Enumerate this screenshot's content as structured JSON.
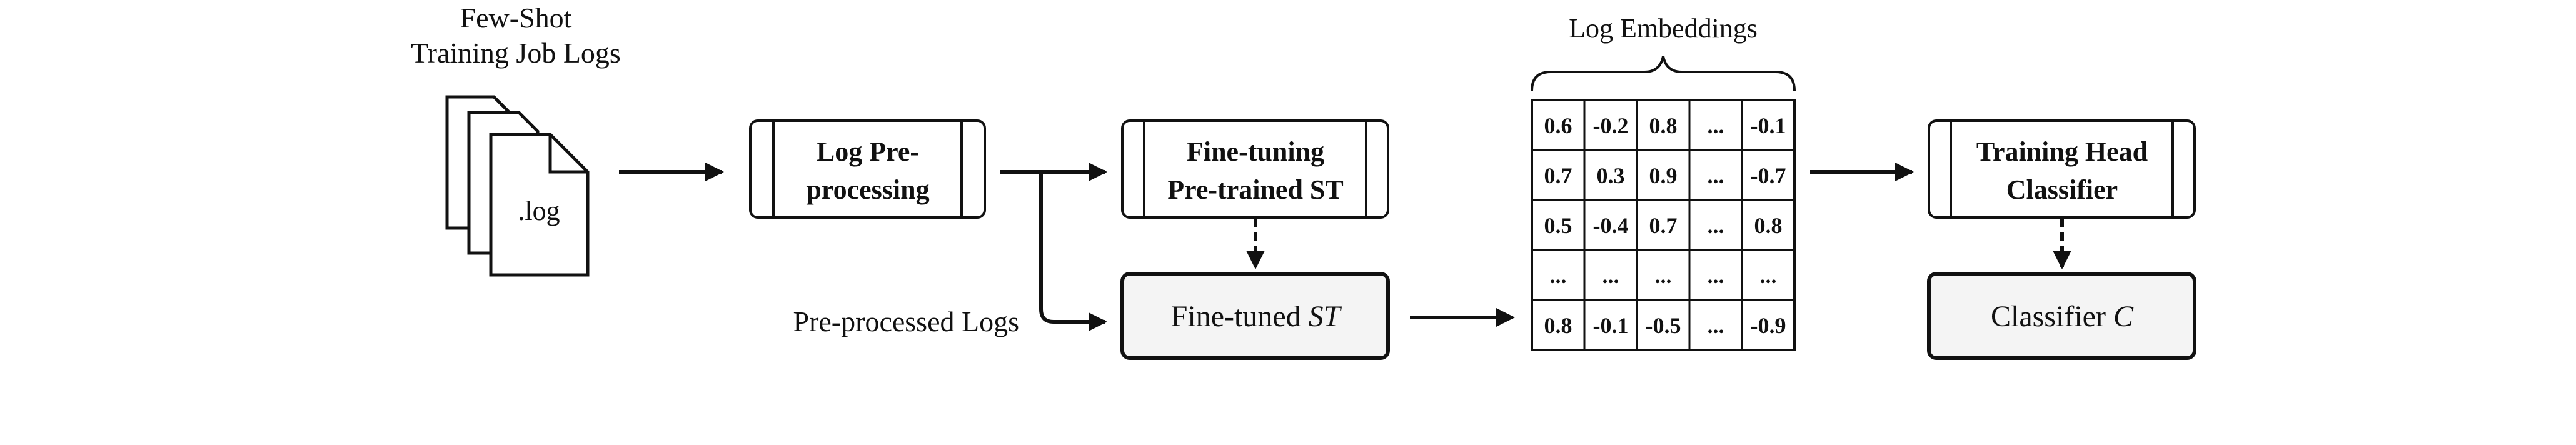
{
  "input": {
    "title_line1": "Few-Shot",
    "title_line2": "Training Job Logs",
    "file_ext": ".log"
  },
  "preprocess": {
    "line1": "Log Pre-",
    "line2": "processing"
  },
  "finetuning": {
    "line1": "Fine-tuning",
    "line2": "Pre-trained ST"
  },
  "finetuned": {
    "prefix": "Fine-tuned ",
    "symbol": "ST"
  },
  "preprocessed_logs": "Pre-processed Logs",
  "embeddings": {
    "title": "Log Embeddings",
    "rows": [
      [
        "0.6",
        "-0.2",
        "0.8",
        "...",
        "-0.1"
      ],
      [
        "0.7",
        "0.3",
        "0.9",
        "...",
        "-0.7"
      ],
      [
        "0.5",
        "-0.4",
        "0.7",
        "...",
        "0.8"
      ],
      [
        "...",
        "...",
        "...",
        "...",
        "..."
      ],
      [
        "0.8",
        "-0.1",
        "-0.5",
        "...",
        "-0.9"
      ]
    ]
  },
  "training_head": {
    "line1": "Training Head",
    "line2": "Classifier"
  },
  "classifier": {
    "prefix": "Classifier ",
    "symbol": "C"
  }
}
